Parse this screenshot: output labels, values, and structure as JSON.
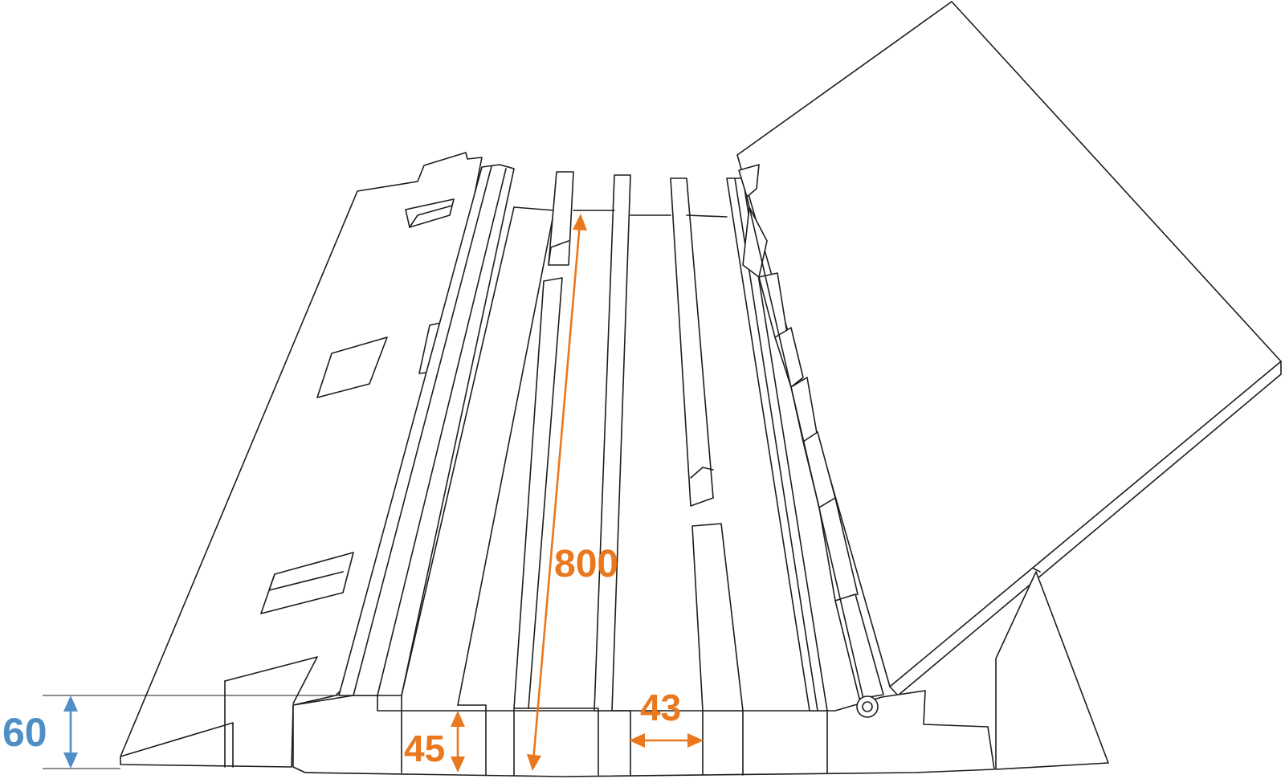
{
  "dimensions": {
    "height": {
      "label": "60",
      "color": "#4f8fc6"
    },
    "channel_depth": {
      "label": "45",
      "color": "#e9781e"
    },
    "length": {
      "label": "800",
      "color": "#e9781e"
    },
    "channel_width": {
      "label": "43",
      "color": "#e9781e"
    }
  },
  "colors": {
    "outline": "#1d1d1b",
    "background": "#ffffff"
  }
}
